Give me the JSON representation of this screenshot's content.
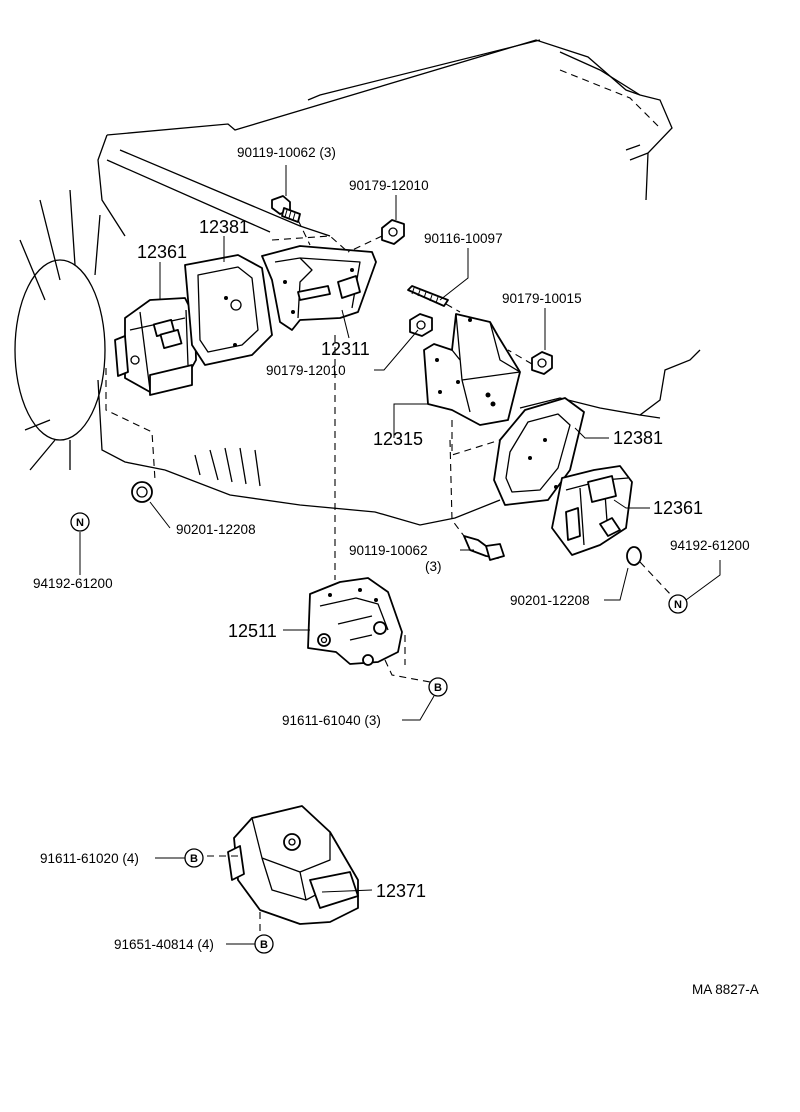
{
  "diagram": {
    "code": "MA 8827-A",
    "labels": {
      "bolt_90119_top": "90119-10062 (3)",
      "nut_90179_12010_top": "90179-12010",
      "stud_90116": "90116-10097",
      "nut_90179_10015": "90179-10015",
      "nut_90179_12010_mid": "90179-12010",
      "insulator_12361_left": "12361",
      "insulator_12381_left": "12381",
      "bracket_12311": "12311",
      "bracket_12315": "12315",
      "insulator_12381_right": "12381",
      "insulator_12361_right": "12361",
      "washer_90201_left": "90201-12208",
      "nut_94192_left": "94192-61200",
      "bolt_90119_mid": "90119-10062",
      "bolt_90119_mid_qty": "(3)",
      "nut_94192_right": "94192-61200",
      "washer_90201_right": "90201-12208",
      "member_12511": "12511",
      "bolt_91611_61040": "91611-61040 (3)",
      "bolt_91611_61020": "91611-61020 (4)",
      "insulator_12371": "12371",
      "bolt_91651": "91651-40814 (4)"
    },
    "callouts": {
      "N": "N",
      "B": "B"
    }
  }
}
